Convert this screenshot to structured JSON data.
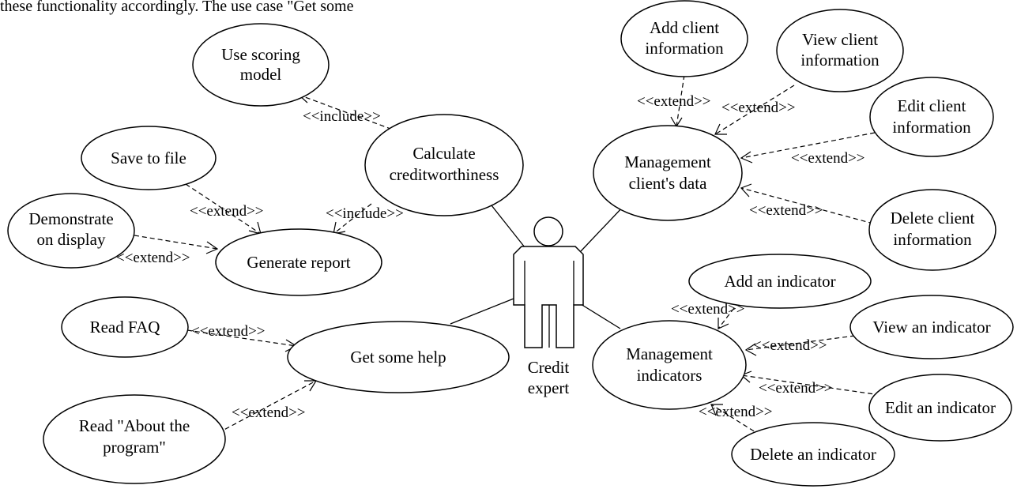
{
  "top_text": "these functionality accordingly. The use case \"Get some",
  "actor": {
    "label_lines": [
      "Credit",
      "expert"
    ]
  },
  "use_cases": {
    "use_scoring_model": [
      "Use scoring",
      "model"
    ],
    "calculate_creditworthiness": [
      "Calculate",
      "creditworthiness"
    ],
    "save_to_file": [
      "Save to file"
    ],
    "demonstrate_on_display": [
      "Demonstrate",
      "on display"
    ],
    "generate_report": [
      "Generate report"
    ],
    "read_faq": [
      "Read FAQ"
    ],
    "get_some_help": [
      "Get some help"
    ],
    "read_about_program": [
      "Read \"About the",
      "program\""
    ],
    "add_client_information": [
      "Add client",
      "information"
    ],
    "view_client_information": [
      "View client",
      "information"
    ],
    "edit_client_information": [
      "Edit client",
      "information"
    ],
    "management_clients_data": [
      "Management",
      "client's data"
    ],
    "delete_client_information": [
      "Delete client",
      "information"
    ],
    "add_an_indicator": [
      "Add an indicator"
    ],
    "view_an_indicator": [
      "View an indicator"
    ],
    "management_indicators": [
      "Management",
      "indicators"
    ],
    "edit_an_indicator": [
      "Edit an indicator"
    ],
    "delete_an_indicator": [
      "Delete an indicator"
    ]
  },
  "relationship_labels": {
    "include_scoring": "<<include>>",
    "include_report": "<<include>>",
    "extend_save": "<<extend>>",
    "extend_display": "<<extend>>",
    "extend_faq": "<<extend>>",
    "extend_about": "<<extend>>",
    "extend_add_client": "<<extend>>",
    "extend_view_client": "<<extend>>",
    "extend_edit_client": "<<extend>>",
    "extend_delete_client": "<<extend>>",
    "extend_add_indicator": "<<extend>>",
    "extend_view_indicator": "<<extend>>",
    "extend_edit_indicator": "<<extend>>",
    "extend_delete_indicator": "<<extend>>"
  }
}
